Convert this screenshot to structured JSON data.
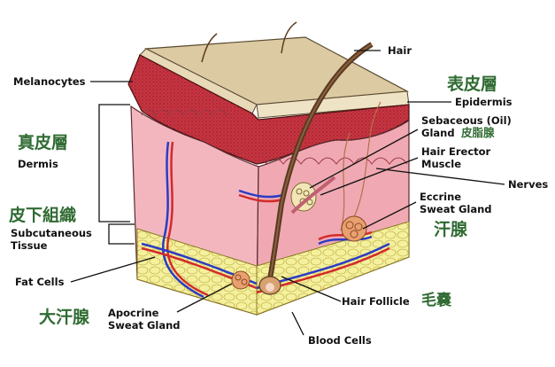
{
  "labels": {
    "hair": "Hair",
    "melanocytes": "Melanocytes",
    "epidermis": "Epidermis",
    "sebaceous_l1": "Sebaceous (Oil)",
    "sebaceous_l2": "Gland",
    "hair_erector_l1": "Hair Erector",
    "hair_erector_l2": "Muscle",
    "dermis": "Dermis",
    "nerves": "Nerves",
    "eccrine_l1": "Eccrine",
    "eccrine_l2": "Sweat Gland",
    "subcutaneous_l1": "Subcutaneous",
    "subcutaneous_l2": "Tissue",
    "fat_cells": "Fat Cells",
    "hair_follicle": "Hair Follicle",
    "apocrine_l1": "Apocrine",
    "apocrine_l2": "Sweat Gland",
    "blood_cells": "Blood Cells"
  },
  "chinese": {
    "epidermis": "表皮層",
    "dermis": "真皮層",
    "sebaceous_gland": "皮脂腺",
    "subcutaneous": "皮下組織",
    "eccrine_gland": "汗腺",
    "hair_follicle": "毛嚢",
    "apocrine_gland": "大汗腺"
  },
  "colors": {
    "label_text": "#111111",
    "chinese_text": "#2f6b32",
    "epidermis_top": "#d9c7a0",
    "epidermis_layer": "#c2303b",
    "dermis": "#f2b5bd",
    "fat": "#f3ef9a",
    "artery": "#d32a2a",
    "vein": "#2b3cc4",
    "hair": "#5a3a20"
  }
}
